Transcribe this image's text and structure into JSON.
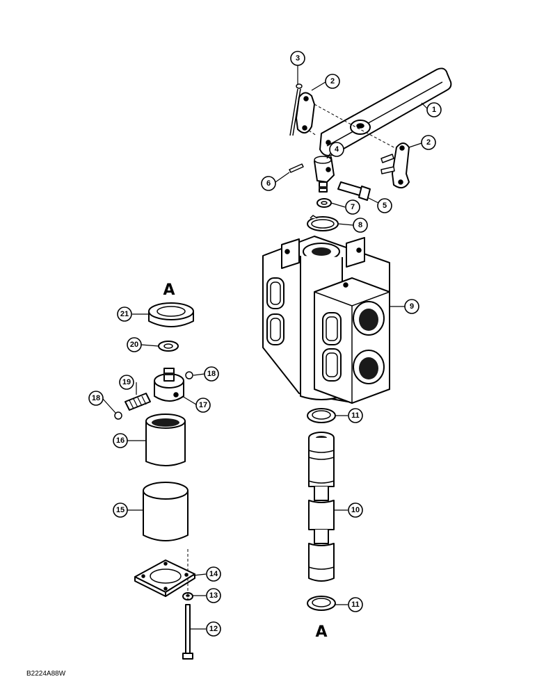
{
  "diagram": {
    "section_labels": {
      "top": "A",
      "bottom": "A"
    },
    "drawing_code": "B2224A88W",
    "callouts": [
      "1",
      "2",
      "2",
      "3",
      "4",
      "5",
      "6",
      "7",
      "8",
      "9",
      "10",
      "11",
      "11",
      "12",
      "13",
      "14",
      "15",
      "16",
      "17",
      "18",
      "18",
      "19",
      "20",
      "21"
    ]
  }
}
